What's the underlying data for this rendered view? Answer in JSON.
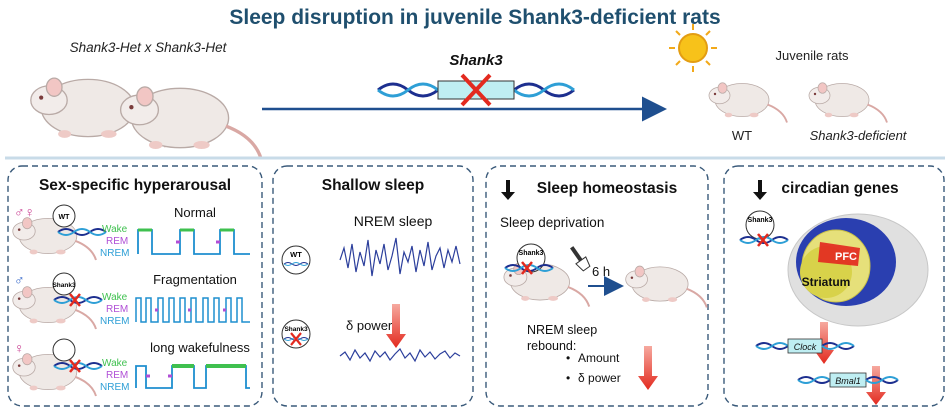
{
  "title": "Sleep disruption in juvenile Shank3-deficient rats",
  "top": {
    "cross_label": "Shank3-Het  x  Shank3-Het",
    "gene_label": "Shank3",
    "juvenile_label": "Juvenile rats",
    "wt_label": "WT",
    "deficient_label": "Shank3-deficient"
  },
  "panel1": {
    "title": "Sex-specific hyperarousal",
    "states": [
      "Wake",
      "REM",
      "NREM"
    ],
    "normal_label": "Normal",
    "fragmentation_label": "Fragmentation",
    "long_wake_label": "long wakefulness",
    "wt_badge": "WT",
    "shank3_badge": "Shank3",
    "sex_both": "♂♀",
    "sex_male": "♂",
    "sex_female": "♀"
  },
  "panel2": {
    "title": "Shallow sleep",
    "nrem_label": "NREM sleep",
    "delta_label": "δ power",
    "wt_badge": "WT",
    "shank3_badge": "Shank3"
  },
  "panel3": {
    "title": "Sleep homeostasis",
    "deprivation_label": "Sleep deprivation",
    "hours_label": "6 h",
    "shank3_badge": "Shank3",
    "rebound_line1": "NREM sleep",
    "rebound_line2": "rebound:",
    "bullet1": "Amount",
    "bullet2": "δ power"
  },
  "panel4": {
    "title": "circadian genes",
    "shank3_badge": "Shank3",
    "pfc_label": "PFC",
    "striatum_label": "Striatum",
    "clock_label": "Clock",
    "bmal1_label": "Bmal1"
  },
  "colors": {
    "title": "#1f4f6e",
    "wake": "#3fc04f",
    "rem": "#b04fd6",
    "nrem": "#2e9fd6",
    "red": "#e32a1f",
    "dna_blue": "#1d2f8f",
    "teal_box": "#bfeef2",
    "panel_border": "#3a5a7a"
  }
}
